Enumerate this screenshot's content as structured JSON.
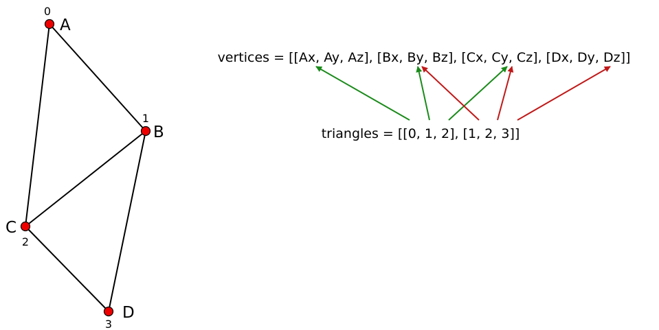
{
  "colors": {
    "vertex_fill": "#ee0000",
    "edge": "#000000",
    "arrow_first_triangle": "#1a8a1a",
    "arrow_second_triangle": "#c01818"
  },
  "vertices": [
    {
      "letter": "A",
      "index": "0"
    },
    {
      "letter": "B",
      "index": "1"
    },
    {
      "letter": "C",
      "index": "2"
    },
    {
      "letter": "D",
      "index": "3"
    }
  ],
  "edges": [
    [
      "A",
      "B"
    ],
    [
      "A",
      "C"
    ],
    [
      "B",
      "C"
    ],
    [
      "B",
      "D"
    ],
    [
      "C",
      "D"
    ]
  ],
  "code": {
    "vertices_line": "vertices = [[Ax, Ay, Az], [Bx, By, Bz], [Cx, Cy, Cz], [Dx, Dy, Dz]]",
    "triangles_line": "triangles = [[0, 1, 2], [1, 2, 3]]"
  },
  "triangle_arrows": [
    {
      "triangle": 0,
      "from_index": "0",
      "to_vertex": "A"
    },
    {
      "triangle": 0,
      "from_index": "1",
      "to_vertex": "B"
    },
    {
      "triangle": 0,
      "from_index": "2",
      "to_vertex": "C"
    },
    {
      "triangle": 1,
      "from_index": "1",
      "to_vertex": "B"
    },
    {
      "triangle": 1,
      "from_index": "2",
      "to_vertex": "C"
    },
    {
      "triangle": 1,
      "from_index": "3",
      "to_vertex": "D"
    }
  ]
}
